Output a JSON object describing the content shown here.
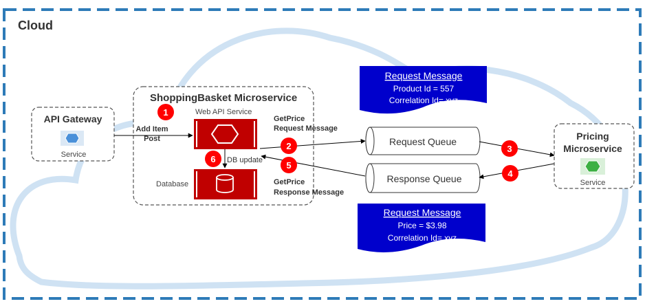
{
  "cloud": {
    "label": "Cloud"
  },
  "api_gateway": {
    "title": "API Gateway",
    "service_label": "Service"
  },
  "shopping_basket": {
    "title": "ShoppingBasket Microservice",
    "web_api_label": "Web API Service",
    "database_label": "Database",
    "db_update_label": "DB update"
  },
  "pricing": {
    "title_line1": "Pricing",
    "title_line2": "Microservice",
    "service_label": "Service"
  },
  "add_item": {
    "line1": "Add Item",
    "line2": "Post"
  },
  "get_price_request": {
    "line1": "GetPrice",
    "line2": "Request Message"
  },
  "get_price_response": {
    "line1": "GetPrice",
    "line2": "Response Message"
  },
  "queues": {
    "request": "Request Queue",
    "response": "Response Queue"
  },
  "request_doc": {
    "title": "Request Message",
    "line1": "Product Id = 557",
    "line2": "Correlation Id= xyz"
  },
  "response_doc": {
    "title": "Request Message",
    "line1": "Price = $3.98",
    "line2": "Correlation Id= xyz"
  },
  "steps": [
    "1",
    "2",
    "3",
    "4",
    "5",
    "6"
  ],
  "colors": {
    "border_dash": "#2e7bb8",
    "cloud_outline": "#cfe2f3",
    "hexagon_red": "#c00000",
    "badge_red": "#ff0000",
    "doc_blue": "#0000cc",
    "service_blue": "#4a90d9",
    "service_green": "#3cb043"
  }
}
